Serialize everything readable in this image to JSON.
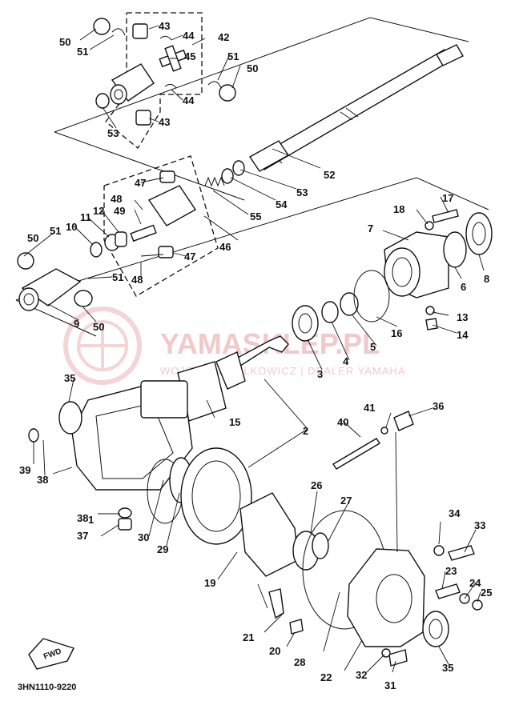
{
  "watermark": {
    "brand": "YAMASKLEP.PL",
    "dealer": "WOJCIECH WALKOWICZ | DEALER YAMAHA"
  },
  "diagram_code": "3HN1110-9220",
  "fwd_label": "FWD",
  "part_labels": [
    "1",
    "2",
    "3",
    "4",
    "5",
    "6",
    "7",
    "8",
    "9",
    "10",
    "11",
    "12",
    "13",
    "14",
    "15",
    "16",
    "17",
    "18",
    "19",
    "20",
    "21",
    "22",
    "23",
    "24",
    "25",
    "26",
    "27",
    "28",
    "29",
    "30",
    "31",
    "32",
    "33",
    "34",
    "35",
    "35",
    "36",
    "37",
    "38",
    "38",
    "39",
    "40",
    "41",
    "42",
    "43",
    "43",
    "44",
    "44",
    "45",
    "46",
    "47",
    "47",
    "48",
    "48",
    "49",
    "50",
    "50",
    "50",
    "50",
    "51",
    "51",
    "51",
    "51",
    "52",
    "53",
    "53",
    "54",
    "55"
  ]
}
